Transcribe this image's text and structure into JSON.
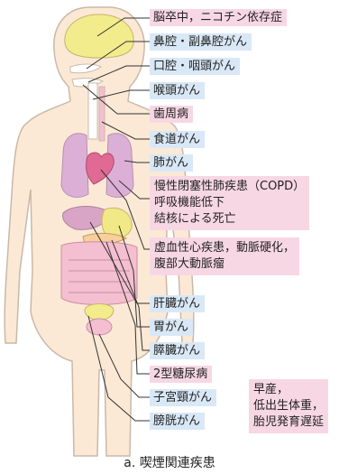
{
  "labels": {
    "brain": "脳卒中，ニコチン依存症",
    "nasal": "鼻腔・副鼻腔がん",
    "oral": "口腔・咽頭がん",
    "larynx": "喉頭がん",
    "perio": "歯周病",
    "esophagus": "食道がん",
    "lung": "肺がん",
    "respiratory": "慢性閉塞性肺疾患（COPD）\n呼吸機能低下\n結核による死亡",
    "cardio": "虚血性心疾患，動脈硬化，\n腹部大動脈瘤",
    "liver": "肝臓がん",
    "stomach": "胃がん",
    "pancreas": "膵臓がん",
    "diabetes": "2型糖尿病",
    "cervix": "子宮頸がん",
    "bladder": "膀胱がん",
    "pregnancy": "早産，\n低出生体重，\n胎児発育遅延"
  },
  "caption": "a.  喫煙関連疾患",
  "colors": {
    "pink_box": "#f7d7e4",
    "blue_box": "#d9e8f6",
    "body_fill": "#fbe9d6",
    "body_line": "#c9b9a8",
    "lung": "#dcb0d6",
    "heart": "#e06a93",
    "brain": "#f3ec8c",
    "liver": "#d9a5c6",
    "stomach": "#f1e888",
    "intestine": "#f4bfd0",
    "bladder": "#f3ec8c",
    "leader": "#333333"
  }
}
